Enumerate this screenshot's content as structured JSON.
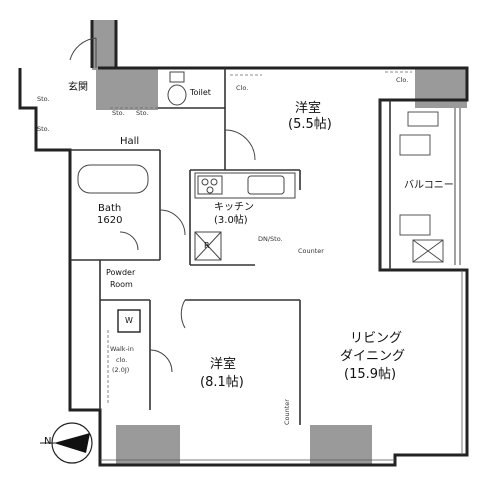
{
  "plan": {
    "rooms": {
      "western_room_1": {
        "name": "洋室",
        "size": "(5.5帖)"
      },
      "western_room_2": {
        "name": "洋室",
        "size": "(8.1帖)"
      },
      "living": {
        "name_line1": "リビング",
        "name_line2": "ダイニング",
        "size": "(15.9帖)"
      },
      "kitchen": {
        "name": "キッチン",
        "size": "(3.0帖)"
      },
      "balcony": {
        "name": "バルコニー"
      },
      "entrance": {
        "name": "玄関"
      },
      "hall": {
        "name": "Hall"
      },
      "bath": {
        "name": "Bath",
        "size": "1620"
      },
      "powder": {
        "name_line1": "Powder",
        "name_line2": "Room"
      },
      "toilet": {
        "name": "Toilet"
      },
      "walk_in": {
        "name_line1": "Walk-in",
        "name_line2": "clo.",
        "size": "(2.0J)"
      }
    },
    "small_labels": {
      "clo_top": "Clo.",
      "clo_right": "Clo.",
      "sto1": "Sto.",
      "sto2": "Sto.",
      "sto3": "Sto.",
      "sto4": "Sto.",
      "washer": "W",
      "dn_sto": "DN/Sto.",
      "counter_kitchen": "Counter",
      "counter_bottom": "Counter",
      "refrigerator": "R"
    },
    "compass": {
      "north": "N"
    }
  }
}
